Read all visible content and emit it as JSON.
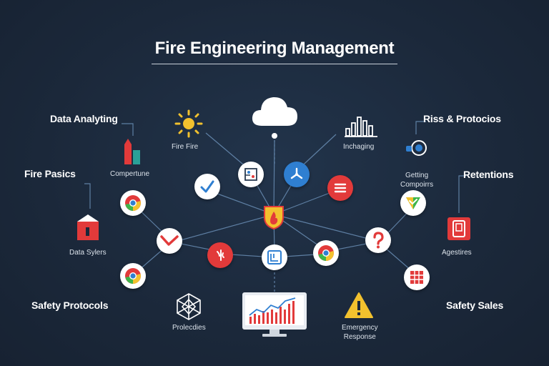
{
  "title": "Fire Engineering Management",
  "labels": {
    "data_analyting": "Data Analyting",
    "fire_pasics": "Fire Pasics",
    "safety_protocols": "Safety Protocols",
    "riss_protocios": "Riss & Protocios",
    "retentions": "Retentions",
    "safety_sales": "Safety Sales"
  },
  "captions": {
    "fire_fire": "Fire Fire",
    "compertune": "Compertune",
    "data_sylers": "Data Sylers",
    "prolecdies": "Prolecdies",
    "inchaging": "Inchaging",
    "getting_line1": "Getting",
    "getting_line2": "Compoirrs",
    "agestires": "Agestires",
    "emergency_line1": "Emergency",
    "emergency_line2": "Response"
  },
  "colors": {
    "background": "#1c2a3d",
    "accent_red": "#e23a3a",
    "accent_blue": "#2f7fd1",
    "accent_yellow": "#f2c12e",
    "accent_green": "#3db54a"
  },
  "icons": [
    "sun-icon",
    "cloud-icon",
    "bar-chart-icon",
    "bar-graph-icon",
    "shield-target-icon",
    "check-icon",
    "compass-icon",
    "fan-icon",
    "menu-icon",
    "chrome-icon",
    "trend-down-icon",
    "pulse-icon",
    "schematic-icon",
    "question-icon",
    "grid-icon",
    "shield-check-icon",
    "building-icon",
    "mobile-icon",
    "polyhedron-icon",
    "monitor-chart-icon",
    "warning-icon",
    "fire-badge-icon"
  ]
}
